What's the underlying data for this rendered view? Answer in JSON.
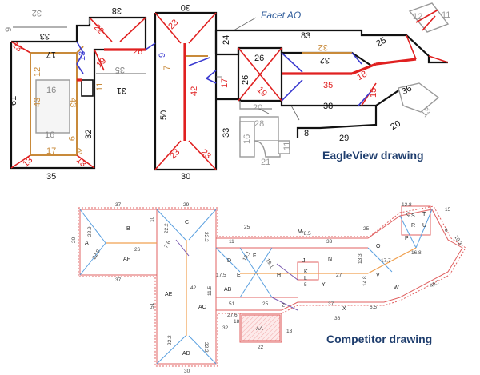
{
  "captions": {
    "eagleview": "EagleView drawing",
    "competitor": "Competitor drawing",
    "facet_callout": "Facet AO"
  },
  "colors": {
    "outline": "#111111",
    "ridge": "#e02020",
    "hip": "#e02020",
    "valley": "#3a3ad0",
    "rake": "#c88a3a",
    "step": "#999999",
    "caption": "#1f3e6e",
    "competitor_outline": "#e06060",
    "competitor_hip": "#5aa0e0",
    "competitor_ridge": "#f0a050"
  },
  "eagleview_labels": {
    "l32a": "32",
    "l9": "9",
    "l33": "33",
    "l38": "38",
    "l30a": "30",
    "l12": "12",
    "l11a": "11",
    "l83": "83",
    "l13a": "13",
    "l17a": "17",
    "l22": "22",
    "l23a": "23",
    "l13b": "13",
    "l26a": "26",
    "l9b": "9",
    "l19a": "19",
    "l12b": "12",
    "l16a": "16",
    "l43a": "43",
    "l43b": "43",
    "l7": "7",
    "l35a": "35",
    "l11b": "11",
    "l61": "61",
    "l31": "31",
    "l42": "42",
    "l24": "24",
    "l26b": "26",
    "l32b": "32",
    "l25a": "25",
    "l32c": "32",
    "l17b": "17",
    "l26c": "26",
    "l19b": "19",
    "l35b": "35",
    "l18": "18",
    "l15a": "15",
    "l36a": "36",
    "l38b": "38",
    "l16b": "16",
    "l9c": "9",
    "l50": "50",
    "l13c": "13",
    "l20a": "20",
    "l28": "28",
    "l20b": "20",
    "l33b": "33",
    "l16c": "16",
    "l11c": "11",
    "l8": "8",
    "l29": "29",
    "l17c": "17",
    "l9d": "9",
    "l13d": "13",
    "l23b": "23",
    "l23c": "23",
    "l13e": "13",
    "l21": "21",
    "l35c": "35",
    "l30b": "30",
    "l32d": "32"
  },
  "competitor_labels": {
    "c37a": "37",
    "c29": "29",
    "c78": "78.5",
    "c20": "20",
    "c229": "22.9",
    "c10": "10",
    "cB": "B",
    "cC": "C",
    "c222a": "22.2",
    "c222b": "22.2",
    "c25a": "25",
    "cM": "M",
    "c25b": "25",
    "c128": "12.8",
    "c15": "15",
    "cQ": "Q",
    "cS": "S",
    "cT": "T",
    "cR": "R",
    "cU": "U",
    "c11": "11",
    "c33": "33",
    "cP": "P",
    "c103": "10.3",
    "c6": "6",
    "cA": "A",
    "c26": "26",
    "cAF": "AF",
    "cD": "D",
    "c191a": "19.1",
    "c191b": "19.1",
    "cF": "F",
    "cJ": "J",
    "cN": "N",
    "cO": "O",
    "c133": "13.3",
    "c177": "17.7",
    "c168": "16.8",
    "c229b": "22.9",
    "c76": "7.6",
    "c175": "17.5",
    "cE": "E",
    "cH": "H",
    "cK": "K",
    "cL": "L",
    "c27": "27",
    "cV": "V",
    "c5": "5",
    "c148": "14.8",
    "c37b": "37",
    "cW": "W",
    "c497": "49.7",
    "c51": "51",
    "cAE": "AE",
    "c42": "42",
    "cAB": "AB",
    "cY": "Y",
    "c115": "11.5",
    "c51b": "51",
    "c25c": "25",
    "cZ": "Z",
    "cX": "X",
    "c37c": "37",
    "c65": "6.5",
    "cAC": "AC",
    "c276": "27.6",
    "c36": "36",
    "c32": "32",
    "c18": "18",
    "cAA": "AA",
    "c13": "13",
    "c222c": "22.2",
    "c222d": "22.2",
    "cAD": "AD",
    "c22": "22",
    "c30": "30"
  }
}
